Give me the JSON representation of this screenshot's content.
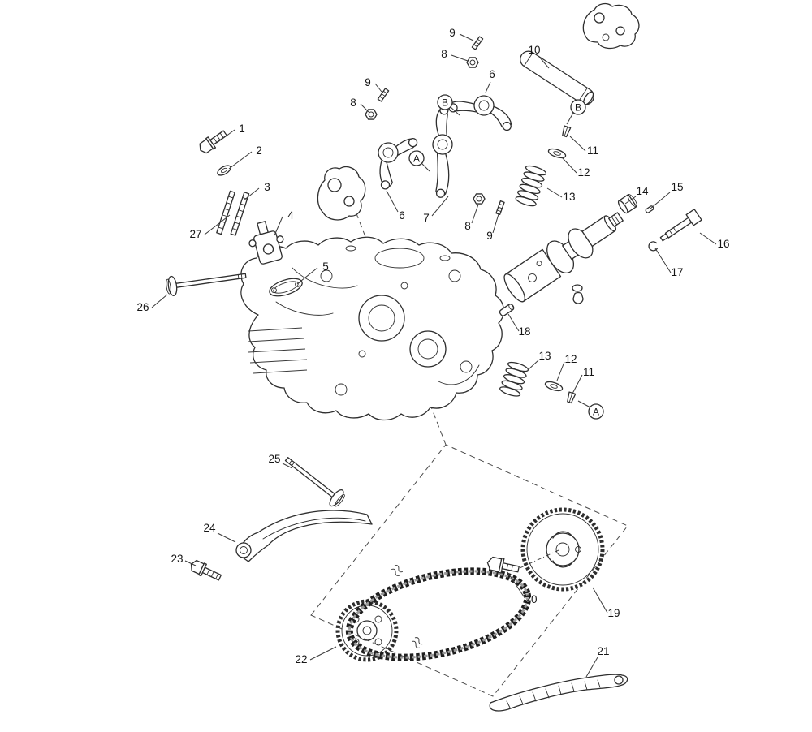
{
  "diagram": {
    "callouts": {
      "1": "1",
      "2": "2",
      "3": "3",
      "4": "4",
      "5": "5",
      "6": "6",
      "7": "7",
      "8": "8",
      "9": "9",
      "10": "10",
      "11": "11",
      "12": "12",
      "13": "13",
      "14": "14",
      "15": "15",
      "16": "16",
      "17": "17",
      "18": "18",
      "19": "19",
      "20": "20",
      "21": "21",
      "22": "22",
      "23": "23",
      "24": "24",
      "25": "25",
      "26": "26",
      "27": "27"
    },
    "reference_letters": {
      "A": "A",
      "B": "B"
    }
  }
}
